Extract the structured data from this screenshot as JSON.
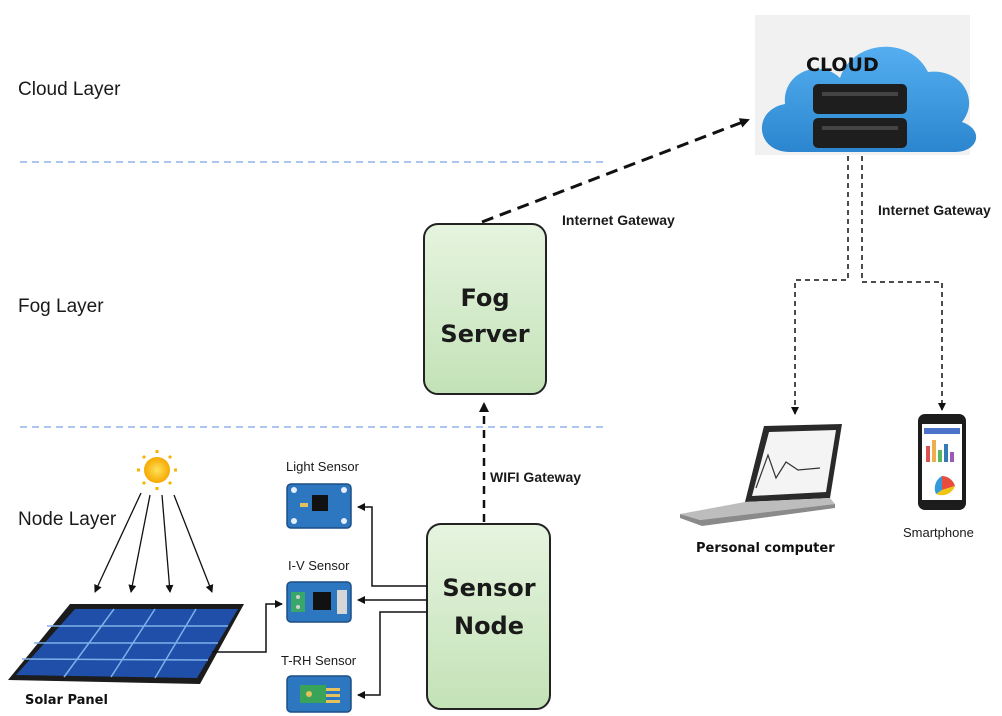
{
  "layers": {
    "cloud": "Cloud Layer",
    "fog": "Fog Layer",
    "node": "Node Layer"
  },
  "cloud": {
    "label": "CLOUD"
  },
  "fog_server": {
    "line1": "Fog",
    "line2": "Server"
  },
  "sensor_node": {
    "line1": "Sensor",
    "line2": "Node"
  },
  "gateways": {
    "internet_left": "Internet Gateway",
    "internet_right": "Internet Gateway",
    "wifi": "WIFI Gateway"
  },
  "sensors": {
    "light": "Light Sensor",
    "iv": "I-V Sensor",
    "trh": "T-RH Sensor"
  },
  "devices": {
    "pc": "Personal computer",
    "phone": "Smartphone"
  },
  "solar_panel": "Solar Panel",
  "colors": {
    "box_fill": "#cfe9c6",
    "cloud_fill": "#3a97dc",
    "divider": "#8fb4ea"
  }
}
